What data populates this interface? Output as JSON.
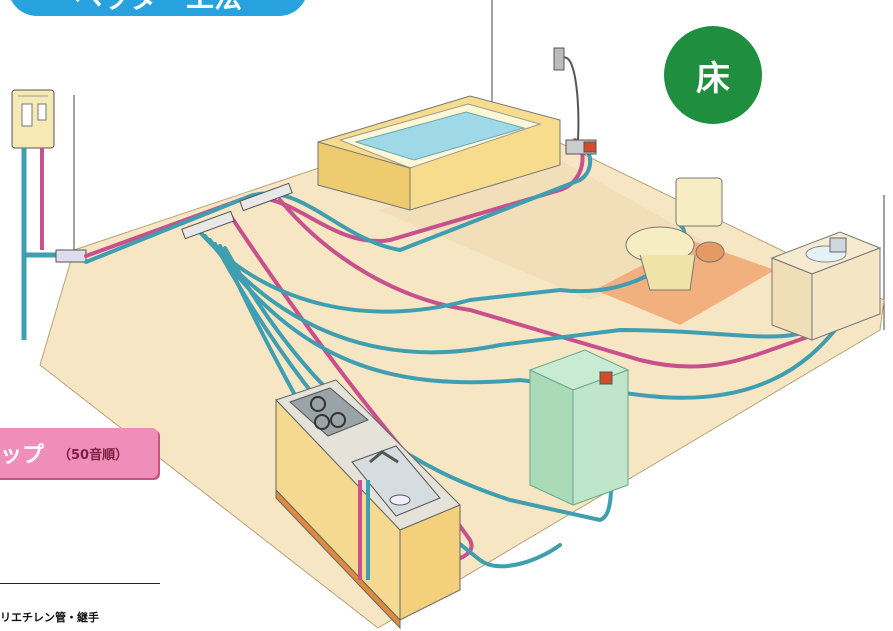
{
  "header": {
    "title": "ヘッダー工法"
  },
  "badge": {
    "label": "床"
  },
  "map_tab": {
    "label": "ップ",
    "sub_label": "（50音順）"
  },
  "footer": {
    "link_label": "リエチレン管・継手"
  },
  "colors": {
    "hot_pipe": "#c7508d",
    "cold_pipe": "#3f9fb0",
    "floor": "#f7e6c4",
    "title_bg": "#27a2de",
    "badge_bg": "#1f8f3f",
    "tab_bg": "#ef8fb9"
  },
  "illustration": {
    "fixtures": [
      "water-heater",
      "bathtub",
      "shower",
      "toilet",
      "washbasin",
      "washing-machine",
      "kitchen-sink",
      "gas-stove",
      "header-manifold"
    ]
  }
}
